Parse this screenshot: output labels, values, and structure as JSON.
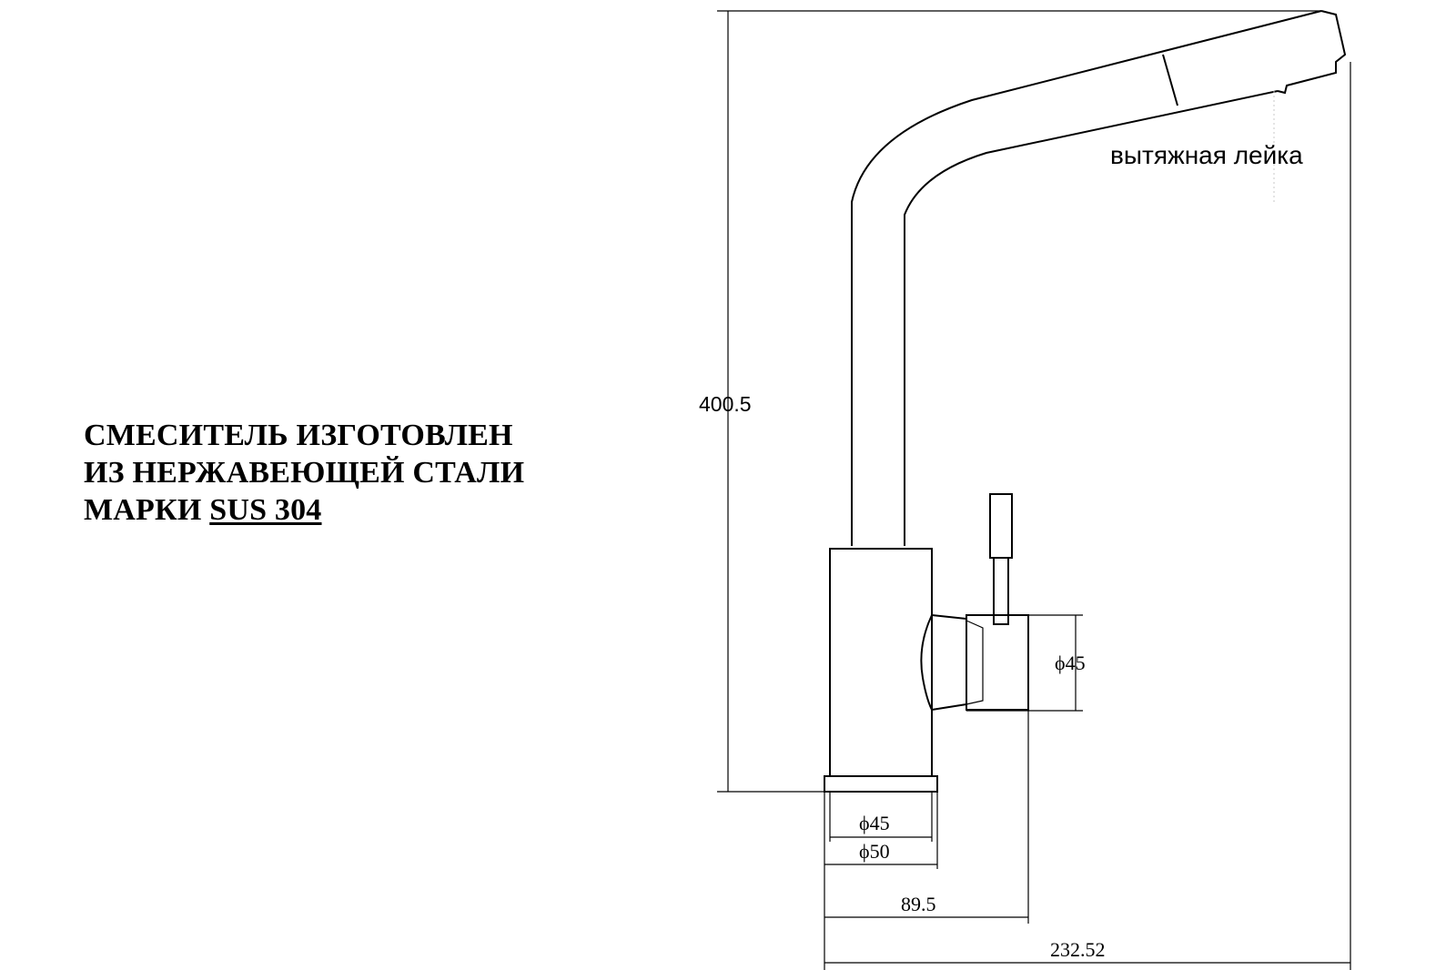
{
  "caption": {
    "line1": "СМЕСИТЕЛЬ ИЗГОТОВЛЕН",
    "line2": "ИЗ НЕРЖАВЕЮЩЕЙ СТАЛИ",
    "line3_prefix": "МАРКИ ",
    "line3_grade": "SUS 304"
  },
  "annotations": {
    "spout_note": "вытяжная лейка"
  },
  "dimensions": {
    "height": "400.5",
    "handle_diameter": "ϕ45",
    "base_inner_diameter": "ϕ45",
    "base_outer_diameter": "ϕ50",
    "handle_reach": "89.5",
    "total_reach": "232.52"
  },
  "colors": {
    "line": "#000000",
    "background": "#ffffff"
  }
}
